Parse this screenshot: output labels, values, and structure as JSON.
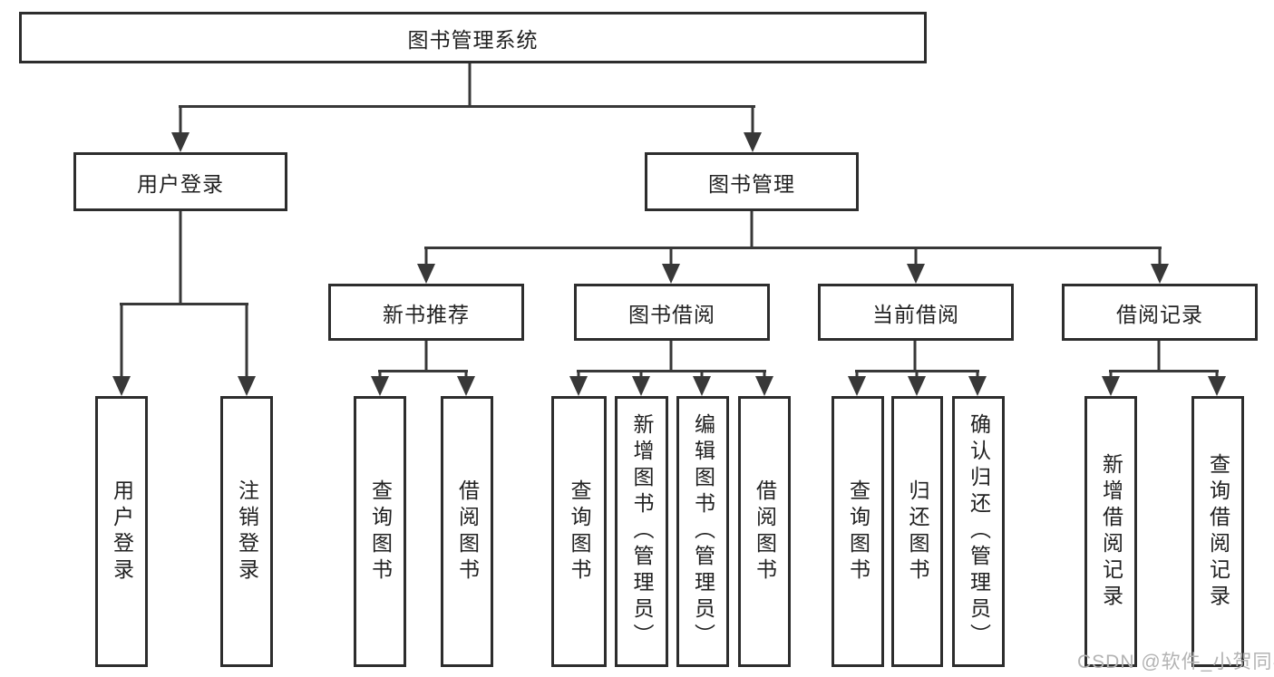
{
  "diagram": {
    "title_node": "图书管理系统",
    "root": {
      "label": "图书管理系统"
    },
    "level2": {
      "user_login": {
        "label": "用户登录"
      },
      "book_mgmt": {
        "label": "图书管理"
      }
    },
    "level3": {
      "new_book_rec": {
        "label": "新书推荐"
      },
      "book_borrow": {
        "label": "图书借阅"
      },
      "current_borrow": {
        "label": "当前借阅"
      },
      "borrow_records": {
        "label": "借阅记录"
      }
    },
    "leaves": {
      "user_login": {
        "label": "用户登录"
      },
      "logout": {
        "label": "注销登录"
      },
      "newrec_query": {
        "label": "查询图书"
      },
      "newrec_borrow": {
        "label": "借阅图书"
      },
      "borrow_query": {
        "label": "查询图书"
      },
      "borrow_add_admin": {
        "label": "新增图书（管理员）"
      },
      "borrow_edit_admin": {
        "label": "编辑图书（管理员）"
      },
      "borrow_borrow": {
        "label": "借阅图书"
      },
      "current_query": {
        "label": "查询图书"
      },
      "current_return": {
        "label": "归还图书"
      },
      "current_confirm_admin": {
        "label": "确认归还（管理员）"
      },
      "records_add": {
        "label": "新增借阅记录"
      },
      "records_query": {
        "label": "查询借阅记录"
      }
    },
    "line_color": "#383838",
    "border_color": "#2d2d2d",
    "text_color": "#212121"
  },
  "watermark": {
    "text": "CSDN @软件_小贺同学",
    "color": "#b3b3b3"
  }
}
